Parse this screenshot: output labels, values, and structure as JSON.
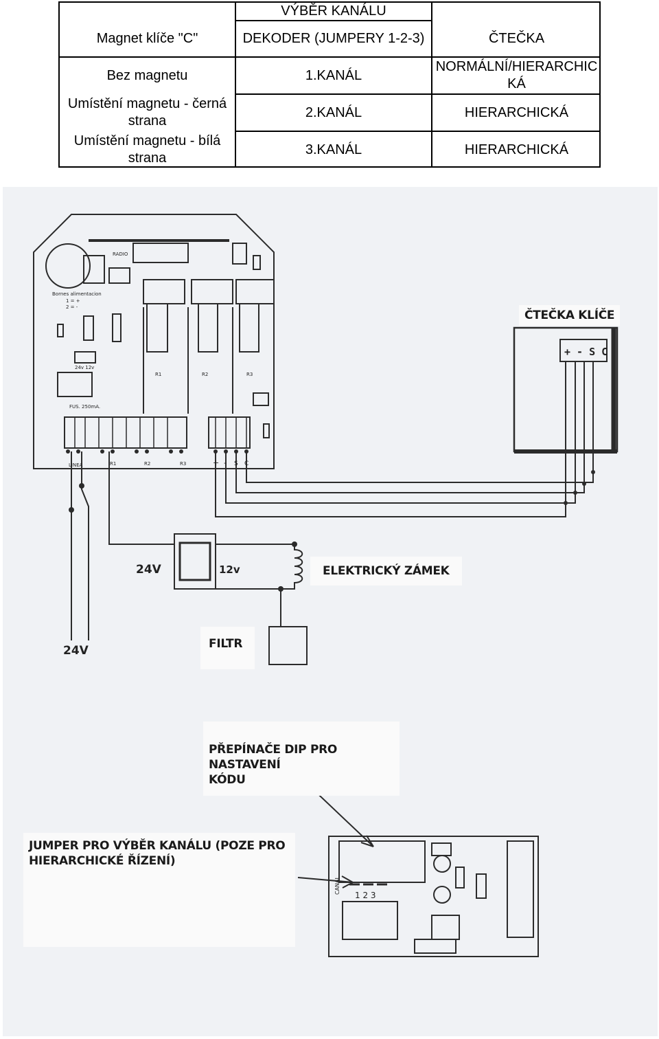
{
  "table": {
    "header": {
      "col1": "Magnet klíče \"C\"",
      "col2_line1": "VÝBĚR KANÁLU",
      "col2_line2": "DEKODER (JUMPERY 1-2-3)",
      "col3": "ČTEČKA"
    },
    "rows": [
      {
        "magnet": "Bez magnetu",
        "channel": "1.KANÁL",
        "reader": "NORMÁLNÍ/HIERARCHICKÁ"
      },
      {
        "magnet": "Umístění magnetu - černá strana",
        "channel": "2.KANÁL",
        "reader": "HIERARCHICKÁ"
      },
      {
        "magnet": "Umístění magnetu - bílá strana",
        "channel": "3.KANÁL",
        "reader": "HIERARCHICKÁ"
      }
    ]
  },
  "diagram": {
    "reader_label": "ČTEČKA KLÍČE",
    "reader_terminals": "+ - S C",
    "lock_label": "ELEKTRICKÝ ZÁMEK",
    "filter_label": "FILTR",
    "dip_label": "PŘEPÍNAČE DIP PRO NASTAVENÍ\nKÓDU",
    "jumper_label": "JUMPER PRO VÝBĚR KANÁLU (POZE PRO\nHIERARCHICKÉ ŘÍZENÍ)",
    "transformer_in": "24V",
    "transformer_out": "12v",
    "supply": "24V",
    "board": {
      "radio": "RADIO",
      "bornes": "Bornes alimentacion",
      "bornes_1": "1 = +",
      "bornes_2": "2 = -",
      "voltage": "24v 12v",
      "fuse": "FUS. 250mA.",
      "r1": "R1",
      "r2": "R2",
      "r3": "R3",
      "linea": "LINEA",
      "term_r1": "R1",
      "term_r2": "R2",
      "term_r3": "R3",
      "term_plus": "+",
      "term_minus": "-",
      "term_s": "S",
      "term_c": "C"
    },
    "decoder": {
      "canal": "CANAL",
      "jumper_numbers": "1 2 3"
    }
  }
}
